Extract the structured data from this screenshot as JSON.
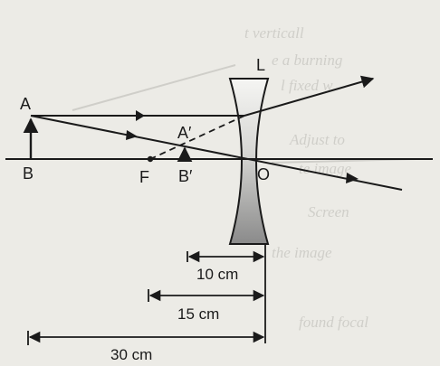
{
  "labels": {
    "object_top": "A",
    "object_base": "B",
    "focus": "F",
    "image_top": "A′",
    "image_base": "B′",
    "optical_centre": "O",
    "lens": "L"
  },
  "dimensions": {
    "d1": "10 cm",
    "d2": "15 cm",
    "d3": "30 cm"
  },
  "colors": {
    "ink": "#1a1a1a",
    "paper": "#ecebe6",
    "lens_top": "#f3f3f1",
    "lens_bottom": "#8c8c8c",
    "show_through": "#b9b8b2"
  }
}
